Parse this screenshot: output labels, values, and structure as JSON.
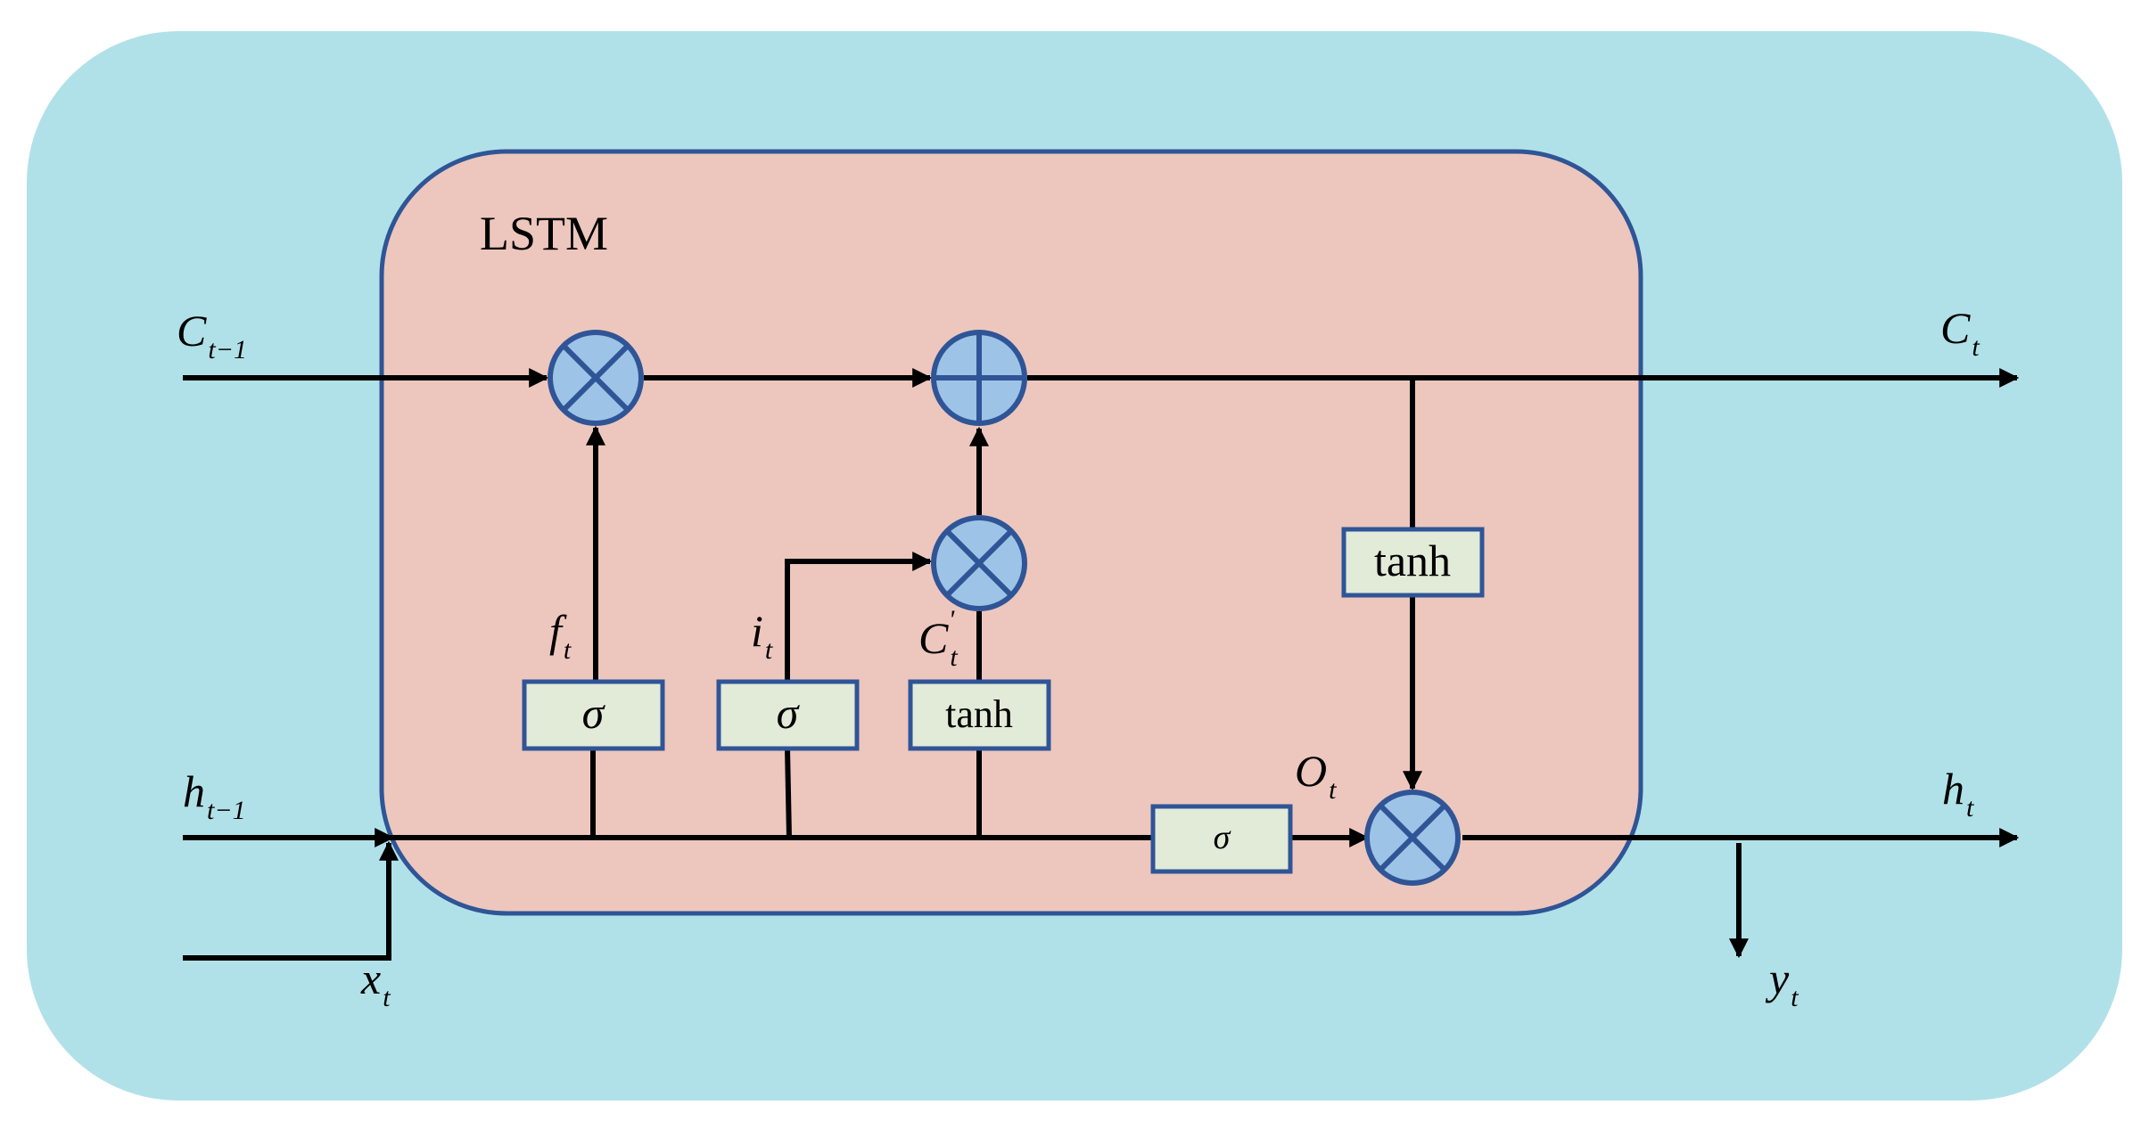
{
  "colors": {
    "outer_bg": "#b1e1e8",
    "cell_fill": "#edc7bd",
    "cell_stroke": "#2f5597",
    "op_fill": "#9dc3e6",
    "op_stroke": "#2f5597",
    "box_fill": "#e2ead8",
    "box_stroke": "#2f5597",
    "line": "#000000"
  },
  "cell": {
    "title": "LSTM"
  },
  "inputs": {
    "c_prev": {
      "base": "C",
      "sub": "t−1"
    },
    "h_prev": {
      "base": "h",
      "sub": "t−1"
    },
    "x_t": {
      "base": "x",
      "sub": "t"
    }
  },
  "outputs": {
    "c_t": {
      "base": "C",
      "sub": "t"
    },
    "h_t": {
      "base": "h",
      "sub": "t"
    },
    "y_t": {
      "base": "y",
      "sub": "t"
    }
  },
  "gates": {
    "forget": {
      "box_label": "σ",
      "signal": {
        "base": "f",
        "sub": "t"
      }
    },
    "input": {
      "box_label": "σ",
      "signal": {
        "base": "i",
        "sub": "t"
      }
    },
    "candidate": {
      "box_label": "tanh",
      "signal": {
        "base": "C",
        "sub": "t",
        "sup": "'"
      }
    },
    "output": {
      "box_label": "σ",
      "signal": {
        "base": "O",
        "sub": "t"
      }
    },
    "cell_tanh": {
      "box_label": "tanh"
    }
  },
  "operators": {
    "forget_multiply": "multiply",
    "cell_add": "add",
    "input_multiply": "multiply",
    "output_multiply": "multiply"
  }
}
